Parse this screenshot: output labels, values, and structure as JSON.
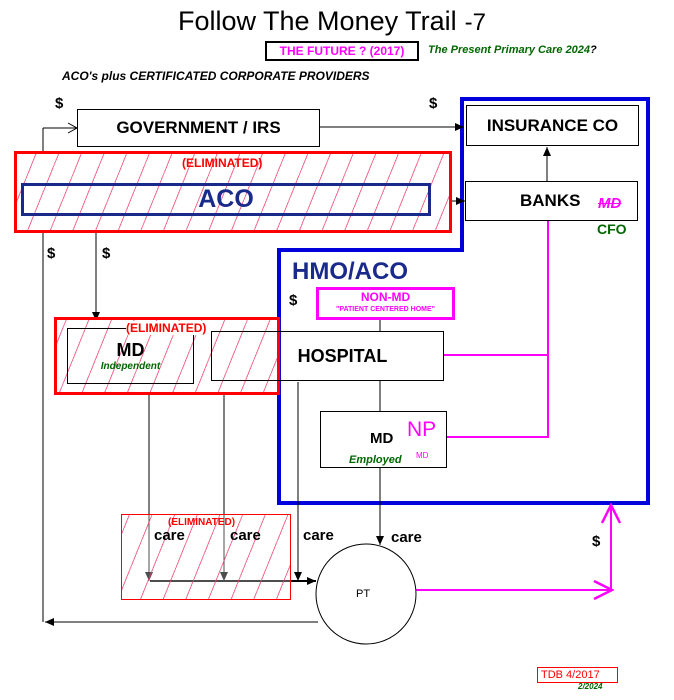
{
  "header": {
    "title": "Follow The Money Trail",
    "title_suffix": "-7",
    "future_badge": "THE FUTURE ? (2017)",
    "present_label": "The Present Primary Care 2024",
    "present_mark": "?",
    "subtitle": "ACO's plus  CERTIFICATED CORPORATE PROVIDERS"
  },
  "colors": {
    "eliminated": "#ff0000",
    "hmo_border": "#0000dd",
    "aco_border": "#1a2a8a",
    "patient_flow": "#ff00ff",
    "green_note": "#006600"
  },
  "nodes": {
    "government": "GOVERNMENT / IRS",
    "insurance": "INSURANCE CO",
    "banks": "BANKS",
    "banks_struck": "MD",
    "banks_note": "CFO",
    "aco": "ACO",
    "aco_eliminated": "(ELIMINATED)",
    "hmo_aco": "HMO/ACO",
    "non_md": "NON-MD",
    "pchome": "\"PATIENT CENTERED HOME\"",
    "md_independent": "MD",
    "md_independent_note": "Independent",
    "md_independent_eliminated": "(ELIMINATED)",
    "hospital": "HOSPITAL",
    "md_employed": "MD",
    "md_employed_replacement": "NP",
    "md_employed_small": "MD",
    "md_employed_note": "Employed",
    "care_eliminated": "(ELIMINATED)",
    "patient": "PT"
  },
  "flow_labels": {
    "dollar": "$",
    "care": "care"
  },
  "footer": {
    "signature": "TDB 4/2017",
    "revision": "2/2024"
  }
}
